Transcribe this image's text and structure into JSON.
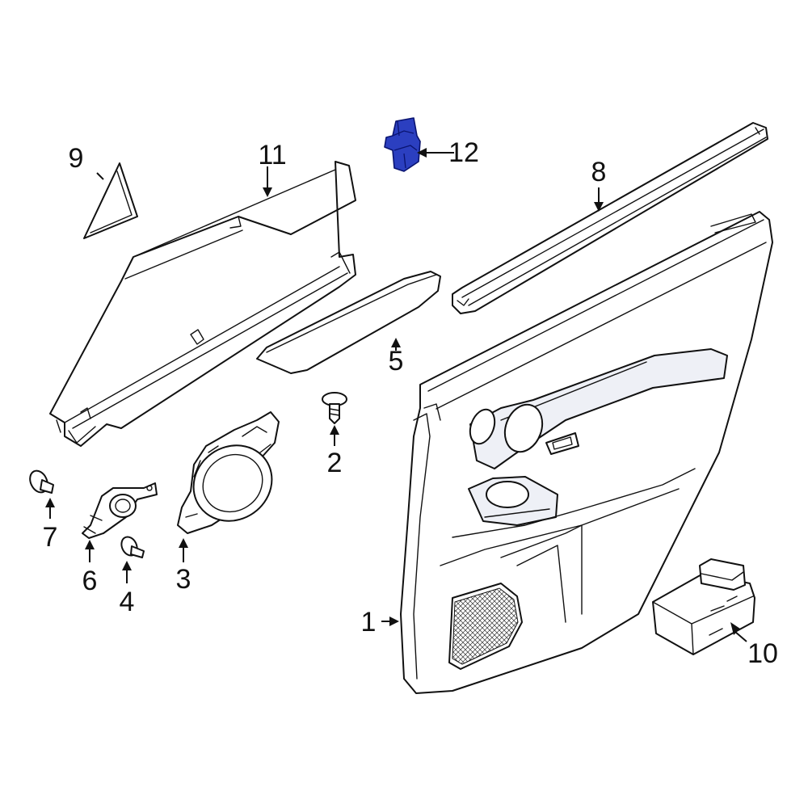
{
  "highlight_color": "#2b3fc0",
  "callouts": {
    "c1": "1",
    "c2": "2",
    "c3": "3",
    "c4": "4",
    "c5": "5",
    "c6": "6",
    "c7": "7",
    "c8": "8",
    "c9": "9",
    "c10": "10",
    "c11": "11",
    "c12": "12"
  },
  "highlighted_part": "12"
}
